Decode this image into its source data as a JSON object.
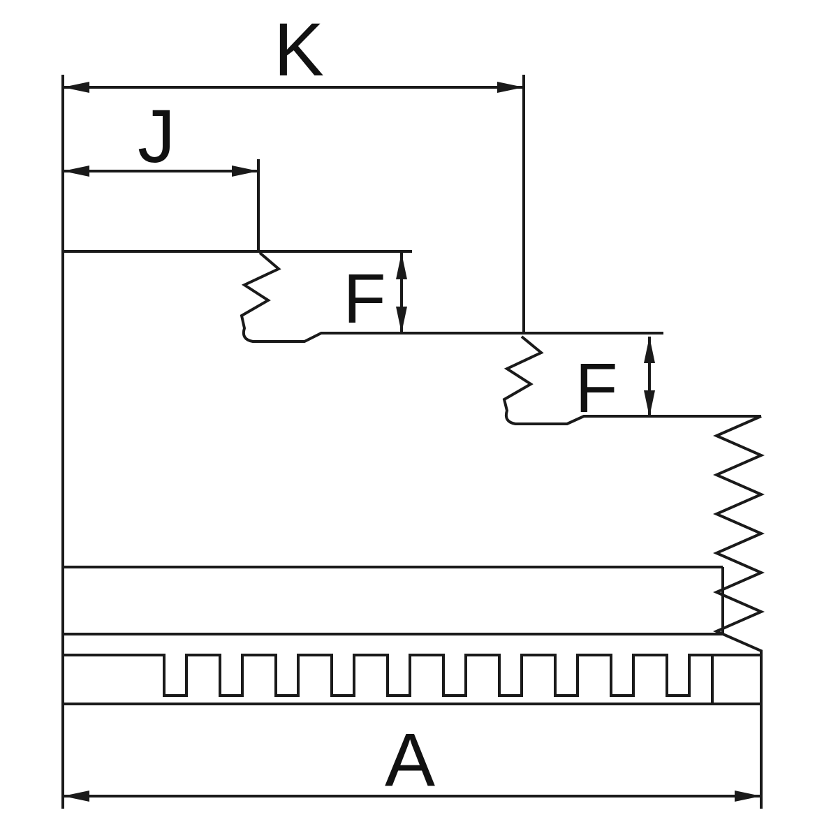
{
  "drawing": {
    "type": "technical-dimension-drawing",
    "subject": "stepped reversible lathe chuck jaw cross-section with serrated faces and mounting teeth",
    "colors": {
      "line": "#1a1a1a",
      "background": "#ffffff",
      "text": "#111111"
    },
    "labels": {
      "dim_k": "K",
      "dim_j": "J",
      "dim_f_upper": "F",
      "dim_f_lower": "F",
      "dim_a": "A"
    }
  }
}
